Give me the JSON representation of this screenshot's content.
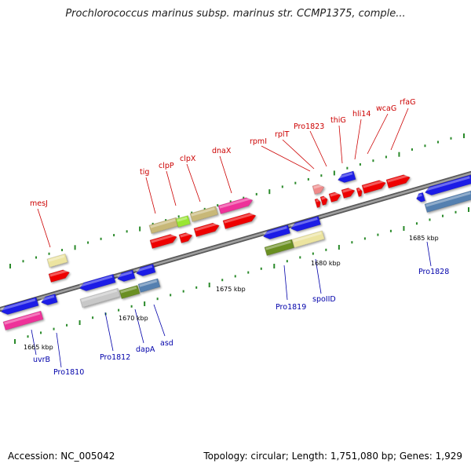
{
  "title": "Prochlorococcus marinus subsp. marinus str. CCMP1375, comple...",
  "footer": {
    "accession": "Accession: NC_005042",
    "summary": "Topology: circular; Length: 1,751,080 bp; Genes: 1,929"
  },
  "colors": {
    "red": "#ee0000",
    "pink": "#ee3399",
    "khaki": "#c8b878",
    "blue": "#1a1ae6",
    "steelblue": "#5580b0",
    "olive": "#6a8f22",
    "cream": "#ece4a0",
    "grey": "#c8c8c8",
    "lime": "#99e633",
    "lightred": "#f08a8a",
    "backbone": "#888888",
    "forward_label": "#cc0000",
    "reverse_label": "#0000aa",
    "tick": "#2a8a2a"
  },
  "ruler": [
    {
      "label": "1665 kbp"
    },
    {
      "label": "1670 kbp"
    },
    {
      "label": "1675 kbp"
    },
    {
      "label": "1680 kbp"
    },
    {
      "label": "1685 kbp"
    }
  ],
  "genes_top": [
    {
      "name": "mesJ"
    },
    {
      "name": "tig"
    },
    {
      "name": "clpP"
    },
    {
      "name": "clpX"
    },
    {
      "name": "dnaX"
    },
    {
      "name": "rpmI"
    },
    {
      "name": "rplT"
    },
    {
      "name": "Pro1823"
    },
    {
      "name": "thiG"
    },
    {
      "name": "hli14"
    },
    {
      "name": "wcaG"
    },
    {
      "name": "rfaG"
    }
  ],
  "genes_bottom": [
    {
      "name": "uvrB"
    },
    {
      "name": "Pro1810"
    },
    {
      "name": "Pro1812"
    },
    {
      "name": "dapA"
    },
    {
      "name": "asd"
    },
    {
      "name": "Pro1819"
    },
    {
      "name": "spoIID"
    },
    {
      "name": "Pro1828"
    }
  ]
}
